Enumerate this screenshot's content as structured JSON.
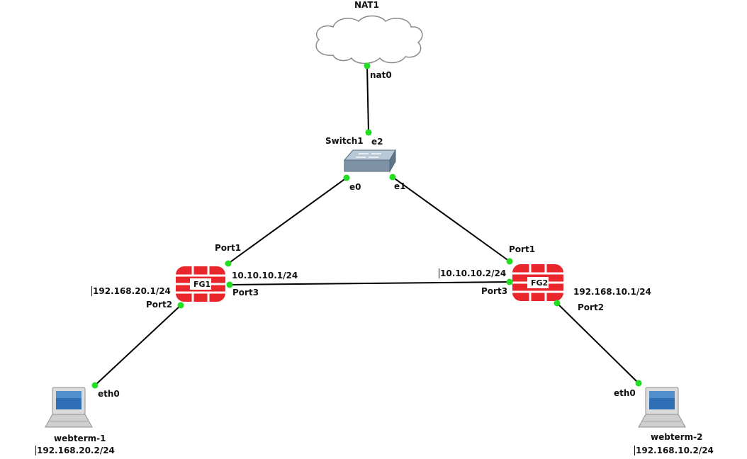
{
  "nodes": {
    "nat": {
      "name": "NAT1"
    },
    "switch": {
      "name": "Switch1"
    },
    "fg1": {
      "name": "FG1"
    },
    "fg2": {
      "name": "FG2"
    },
    "webterm1": {
      "name": "webterm-1",
      "ip": "192.168.20.2/24"
    },
    "webterm2": {
      "name": "webterm-2",
      "ip": "192.168.10.2/24"
    }
  },
  "ports": {
    "nat0": "nat0",
    "e2": "e2",
    "e0": "e0",
    "e1": "e1",
    "fg1_port1": "Port1",
    "fg1_port2": "Port2",
    "fg1_port3": "Port3",
    "fg2_port1": "Port1",
    "fg2_port2": "Port2",
    "fg2_port3": "Port3",
    "eth0_1": "eth0",
    "eth0_2": "eth0"
  },
  "addresses": {
    "fg1_port2": "192.168.20.1/24",
    "fg1_port3": "10.10.10.1/24",
    "fg2_port3": "10.10.10.2/24",
    "fg2_port2": "192.168.10.1/24"
  },
  "colors": {
    "link": "#000000",
    "port_dot": "#22dd22",
    "fortigate_red": "#e8262b",
    "cloud_stroke": "#8a8a8a",
    "switch_body": "#7e92a6"
  },
  "icons": {
    "nat": "cloud-icon",
    "switch": "ethernet-switch-icon",
    "fg": "fortigate-firewall-icon",
    "webterm": "laptop-icon"
  }
}
